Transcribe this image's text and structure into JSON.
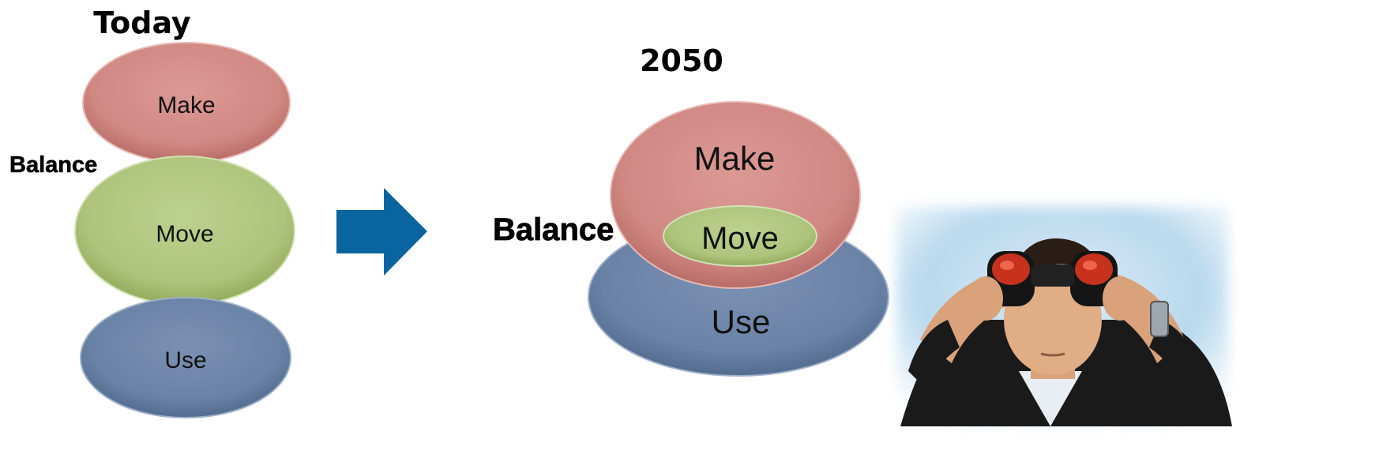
{
  "today": {
    "heading": "Today",
    "balance_label": "Balance",
    "make_label": "Make",
    "move_label": "Move",
    "use_label": "Use"
  },
  "future": {
    "heading": "2050",
    "balance_label": "Balance",
    "make_label": "Make",
    "move_label": "Move",
    "use_label": "Use"
  },
  "colors": {
    "make": "#d08883",
    "move": "#aec47c",
    "use": "#6a82a6",
    "arrow": "#0a64a0",
    "sky": "#b9d9ee"
  },
  "icons": {
    "arrow": "right-arrow-icon",
    "photo": "man-with-binoculars"
  }
}
